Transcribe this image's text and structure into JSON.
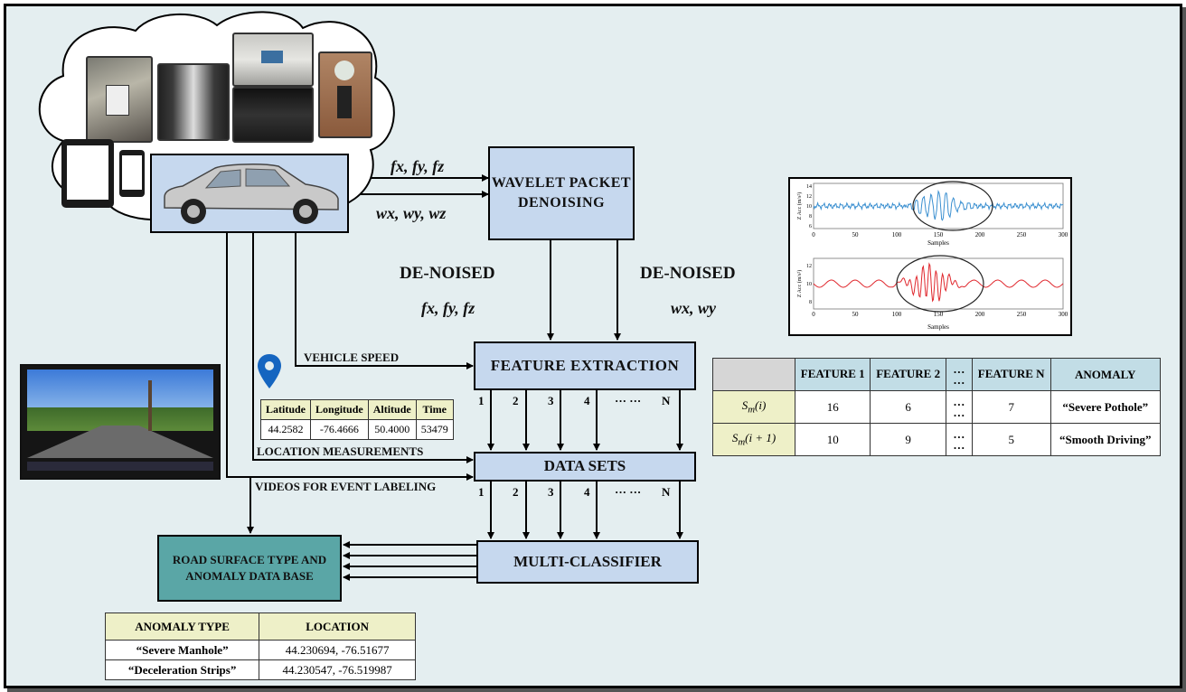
{
  "nodes": {
    "wavelet": "WAVELET PACKET DENOISING",
    "feature_extraction": "FEATURE EXTRACTION",
    "data_sets": "DATA SETS",
    "multi_classifier": "MULTI-CLASSIFIER",
    "road_db": "ROAD SURFACE TYPE AND ANOMALY DATA BASE"
  },
  "edge_labels": {
    "forces": "fx, fy, fz",
    "angular": "wx, wy, wz",
    "denoised_left": "DE-NOISED",
    "denoised_left_vars": "fx, fy, fz",
    "denoised_right": "DE-NOISED",
    "denoised_right_vars": "wx, wy",
    "vehicle_speed": "VEHICLE SPEED",
    "location": "LOCATION MEASUREMENTS",
    "videos": "VIDEOS FOR EVENT LABELING"
  },
  "channel_labels": {
    "feature": [
      "1",
      "2",
      "3",
      "4",
      "··· ···",
      "N"
    ],
    "datasets": [
      "1",
      "2",
      "3",
      "4",
      "··· ···",
      "N"
    ]
  },
  "gps_table": {
    "headers": [
      "Latitude",
      "Longitude",
      "Altitude",
      "Time"
    ],
    "row": [
      "44.2582",
      "-76.4666",
      "50.4000",
      "53479"
    ]
  },
  "feature_table": {
    "headers": [
      "",
      "FEATURE 1",
      "FEATURE 2",
      "…\n…",
      "FEATURE N",
      "ANOMALY"
    ],
    "rows": [
      {
        "label": "S",
        "sub": "m",
        "arg": "(i)",
        "values": [
          "16",
          "6",
          "…\n…",
          "7"
        ],
        "anomaly": "“Severe Pothole”"
      },
      {
        "label": "S",
        "sub": "m",
        "arg": "(i + 1)",
        "values": [
          "10",
          "9",
          "…\n…",
          "5"
        ],
        "anomaly": "“Smooth Driving”"
      }
    ]
  },
  "anomaly_table": {
    "headers": [
      "ANOMALY TYPE",
      "LOCATION"
    ],
    "rows": [
      [
        "“Severe Manhole”",
        "44.230694, -76.51677"
      ],
      [
        "“Deceleration Strips”",
        "44.230547, -76.519987"
      ]
    ]
  },
  "plots": {
    "ylabel": "Z Acc (m/s²)",
    "xlabel": "Samples",
    "xticks": [
      "0",
      "50",
      "100",
      "150",
      "200",
      "250",
      "300"
    ],
    "yticks_top": [
      "14",
      "12",
      "10",
      "8",
      "6"
    ],
    "yticks_bottom": [
      "12",
      "10",
      "8"
    ],
    "raw_color": "#3a8fd0",
    "denoised_color": "#e0282e"
  },
  "colors": {
    "node_fill": "#c6d8ee",
    "db_fill": "#5aa6a6",
    "table_header": "#eef0c8",
    "frame_bg": "#e4eef0",
    "gps_pin": "#1565c0"
  },
  "icons": [
    "gps-pin-icon",
    "car-icon",
    "tablet-icon",
    "smartphone-icon",
    "sensor-photo",
    "road-video-photo"
  ]
}
